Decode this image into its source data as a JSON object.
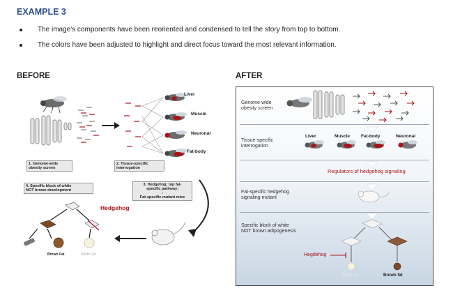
{
  "title": "EXAMPLE 3",
  "bullets": [
    "The image's components have been reoriented and condensed to tell the story from top to bottom.",
    "The colors have been adjusted to highlight and direct focus toward the most relevant information."
  ],
  "before": {
    "heading": "BEFORE",
    "tissues": [
      "Liver",
      "Muscle",
      "Neuronal",
      "Fat-body"
    ],
    "steps": {
      "s1": [
        "1. Genome-wide",
        "obesity screen"
      ],
      "s2": [
        "2. Tissue-specific",
        "interrogation"
      ],
      "s3": [
        "3. Hedgehog; top fat-",
        "specific pathway;",
        "↓",
        "Fat-specific mutant mice"
      ],
      "s4": [
        "4. Specific block of white",
        "NOT brown development"
      ]
    },
    "hedgehog": "Hedgehog",
    "brown_fat": "Brown Fat",
    "white_fat": "White Fat"
  },
  "after": {
    "heading": "AFTER",
    "screen": [
      "Genome-wide",
      "obesity screen"
    ],
    "interrogation": [
      "Tissue-specific",
      "interrogation"
    ],
    "tissues": [
      "Liver",
      "Muscle",
      "Fat-body",
      "Neuronal"
    ],
    "regulators": "Regulators of hedgehog signaling",
    "mutant": [
      "Fat-specific hedgehog",
      "signaling mutant"
    ],
    "block": [
      "Specific block of white",
      "NOT brown adipogenesis"
    ],
    "hedgehog": "Hegdehog",
    "white_fat": "White fat",
    "brown_fat": "Brown fat"
  },
  "colors": {
    "accent_red": "#a8141b",
    "title_blue": "#2e4f8f"
  }
}
